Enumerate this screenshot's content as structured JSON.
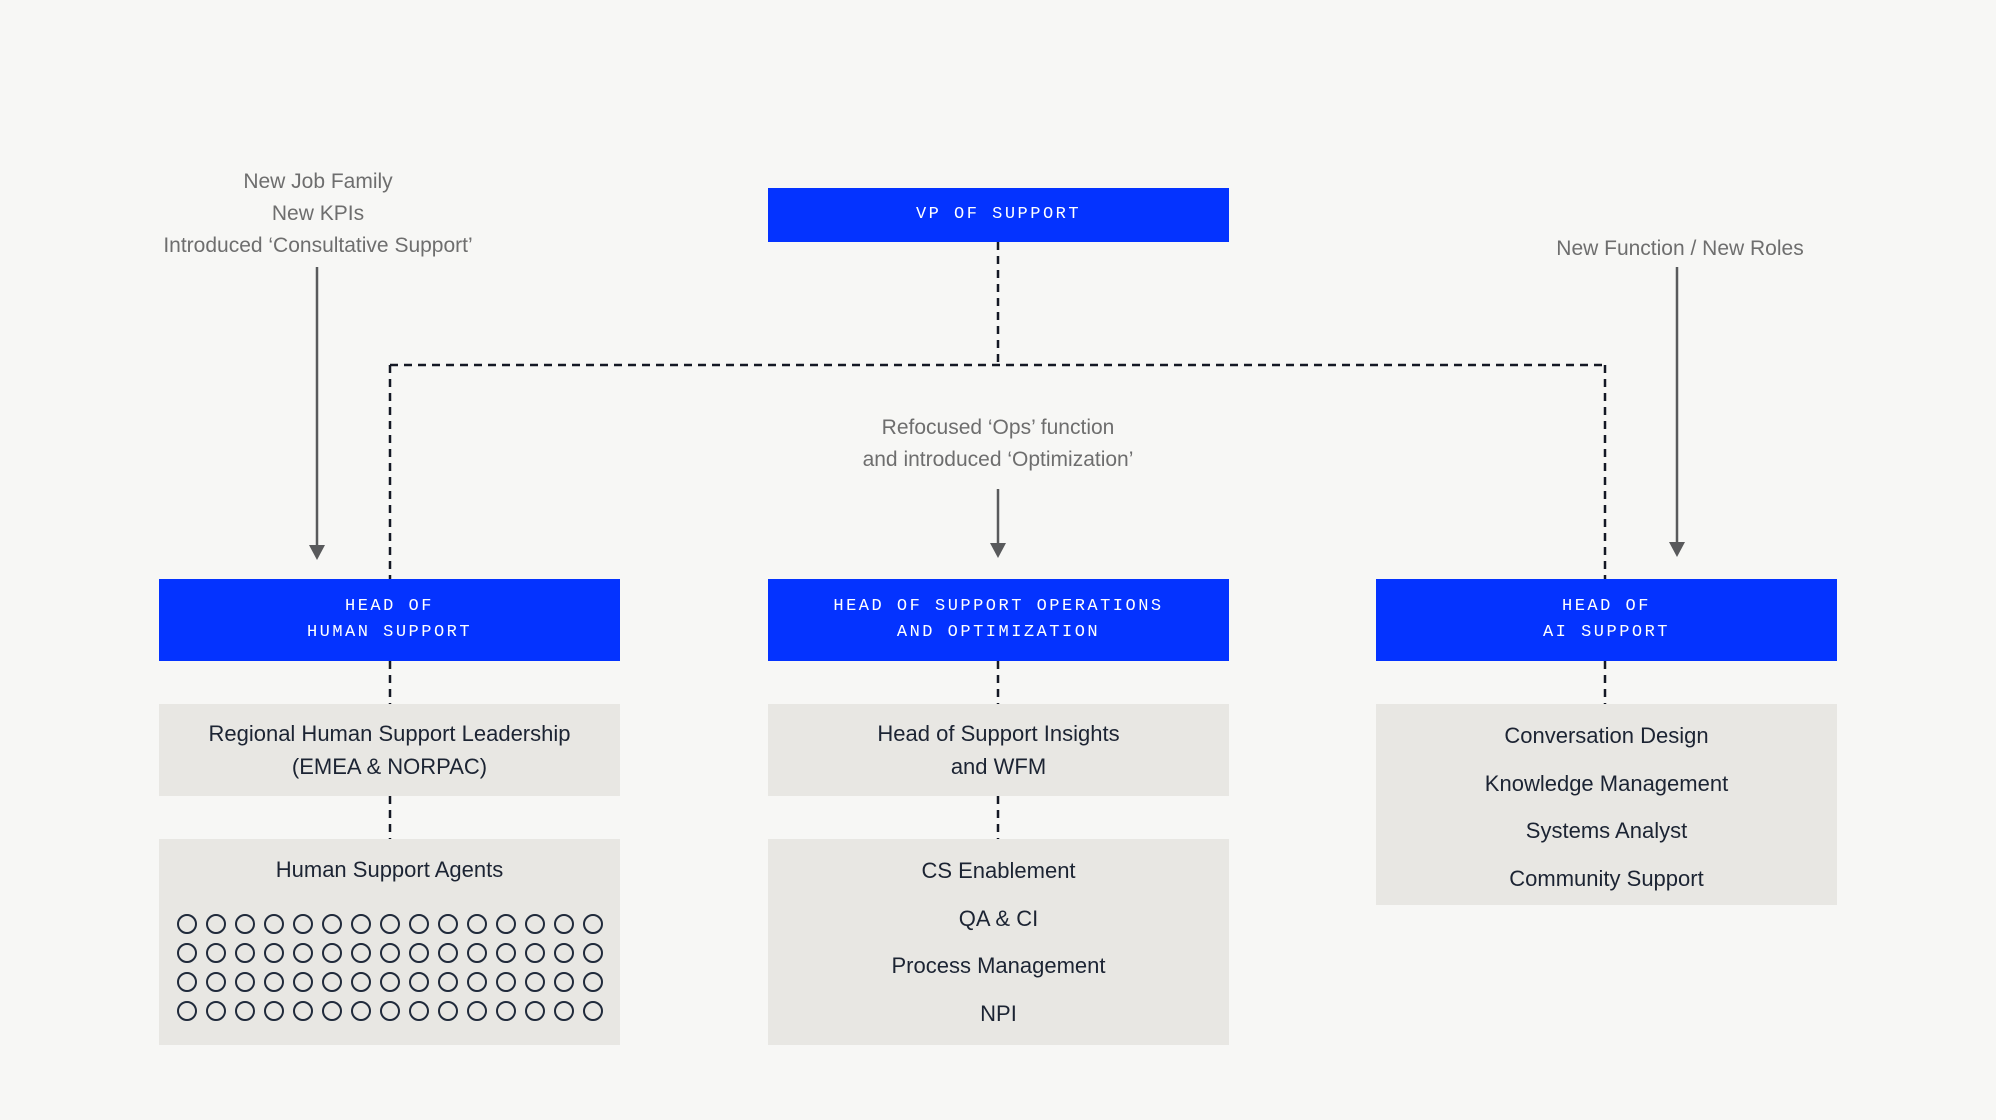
{
  "colors": {
    "background": "#f7f7f5",
    "accent_blue": "#0433ff",
    "panel_gray": "#e8e7e3",
    "text_dark": "#1c2433",
    "text_muted": "#6e6e6e",
    "dash_line": "#141824",
    "arrow_gray": "#595a5c"
  },
  "annotations": {
    "left": {
      "lines": [
        "New Job Family",
        "New KPIs",
        "Introduced ‘Consultative Support’"
      ]
    },
    "center": {
      "lines": [
        "Refocused ‘Ops’ function",
        "and introduced ‘Optimization’"
      ]
    },
    "right": {
      "label": "New Function / New Roles"
    }
  },
  "org": {
    "root": {
      "title": "VP OF SUPPORT"
    },
    "columns": [
      {
        "head": {
          "lines": [
            "HEAD OF",
            "HUMAN SUPPORT"
          ]
        },
        "cards": [
          {
            "lines": [
              "Regional Human Support Leadership",
              "(EMEA & NORPAC)"
            ]
          },
          {
            "title": "Human Support Agents",
            "agent_rows": 4,
            "agents_per_row": 15
          }
        ]
      },
      {
        "head": {
          "lines": [
            "HEAD OF SUPPORT OPERATIONS",
            "AND OPTIMIZATION"
          ]
        },
        "cards": [
          {
            "lines": [
              "Head of Support Insights",
              "and WFM"
            ]
          },
          {
            "items": [
              "CS Enablement",
              "QA & CI",
              "Process Management",
              "NPI"
            ]
          }
        ]
      },
      {
        "head": {
          "lines": [
            "HEAD OF",
            "AI SUPPORT"
          ]
        },
        "cards": [
          {
            "items": [
              "Conversation Design",
              "Knowledge Management",
              "Systems Analyst",
              "Community Support"
            ]
          }
        ]
      }
    ]
  }
}
